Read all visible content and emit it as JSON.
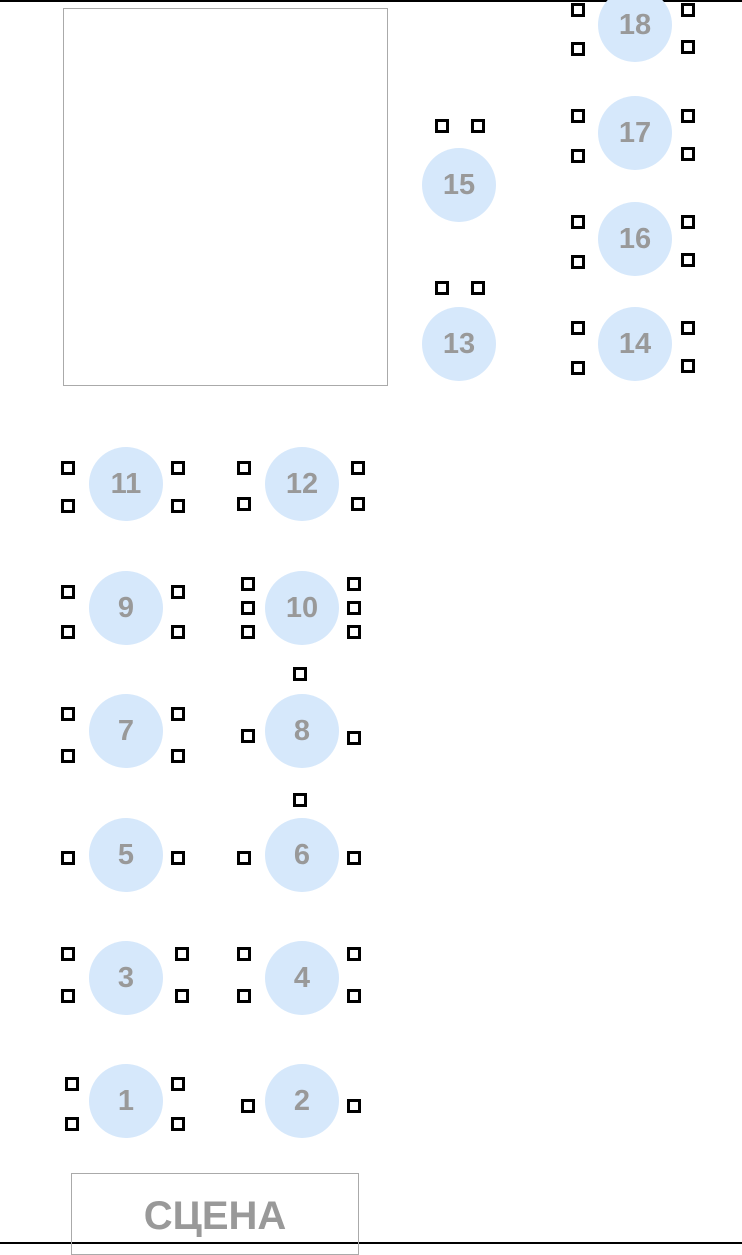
{
  "stage": {
    "label": "СЦЕНА"
  },
  "tables": [
    {
      "label": "1"
    },
    {
      "label": "2"
    },
    {
      "label": "3"
    },
    {
      "label": "4"
    },
    {
      "label": "5"
    },
    {
      "label": "6"
    },
    {
      "label": "7"
    },
    {
      "label": "8"
    },
    {
      "label": "9"
    },
    {
      "label": "10"
    },
    {
      "label": "11"
    },
    {
      "label": "12"
    },
    {
      "label": "13"
    },
    {
      "label": "14"
    },
    {
      "label": "15"
    },
    {
      "label": "16"
    },
    {
      "label": "17"
    },
    {
      "label": "18"
    }
  ],
  "colors": {
    "table": "#d6e8fb",
    "table_text": "#999999",
    "seat_border": "#000000"
  }
}
